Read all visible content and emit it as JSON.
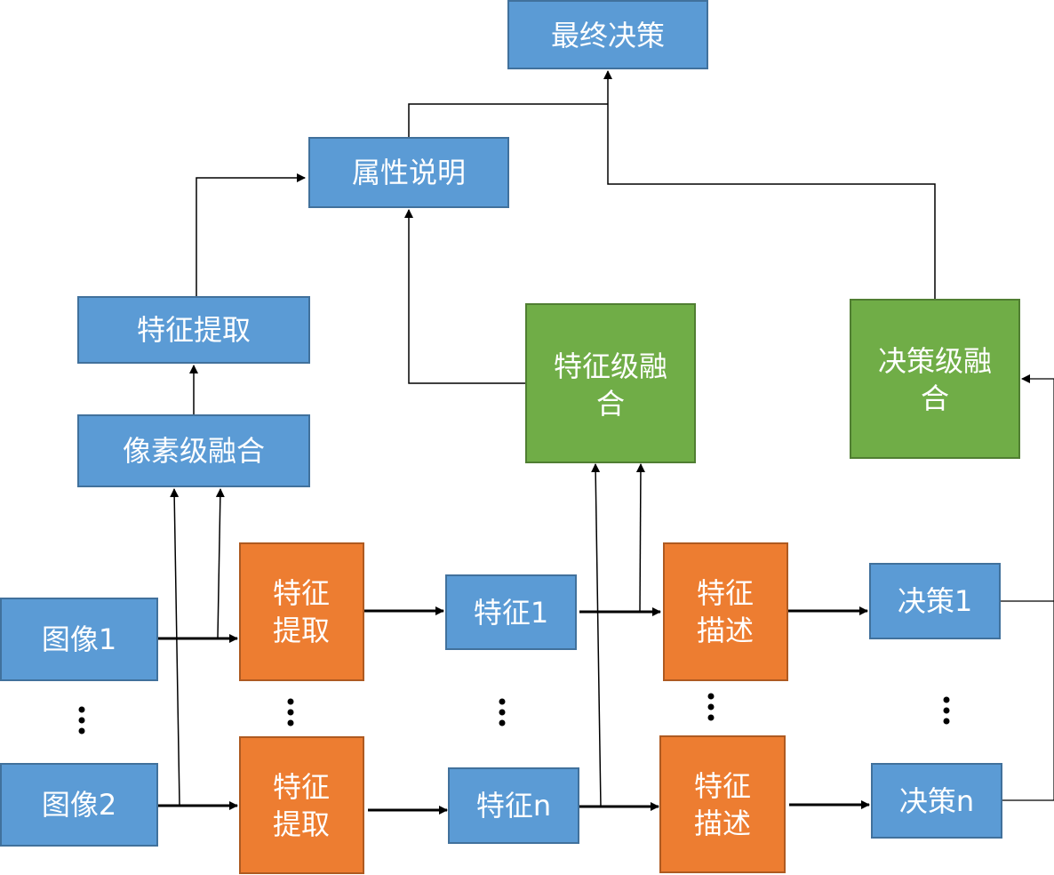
{
  "colors": {
    "blue": "#5b9bd5",
    "blue_border": "#41719c",
    "green": "#70ad47",
    "green_border": "#507e32",
    "orange": "#ed7d31",
    "orange_border": "#ae5a21",
    "line": "#000000"
  },
  "nodes": {
    "final_decision": "最终决策",
    "attribute_desc": "属性说明",
    "feature_extract_top": "特征提取",
    "pixel_fusion": "像素级融合",
    "feature_fusion_l1": "特征级融",
    "feature_fusion_l2": "合",
    "decision_fusion_l1": "决策级融",
    "decision_fusion_l2": "合",
    "image1": "图像1",
    "image2": "图像2",
    "fx1_l1": "特征",
    "fx1_l2": "提取",
    "fx2_l1": "特征",
    "fx2_l2": "提取",
    "feat1": "特征1",
    "featn": "特征n",
    "fd1_l1": "特征",
    "fd1_l2": "描述",
    "fd2_l1": "特征",
    "fd2_l2": "描述",
    "dec1": "决策1",
    "decn": "决策n"
  }
}
